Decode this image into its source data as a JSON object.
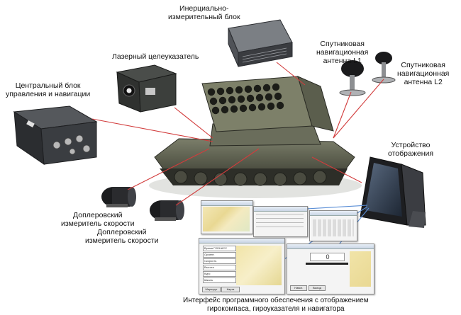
{
  "labels": {
    "imu": [
      "Инерциально-",
      "измерительный блок"
    ],
    "laser": [
      "Лазерный целеуказатель"
    ],
    "antenna_l1": [
      "Спутниковая",
      "навигационная",
      "антенна L1"
    ],
    "antenna_l2": [
      "Спутниковая",
      "навигационная",
      "антенна L2"
    ],
    "central_unit": [
      "Центральный блок",
      "управления и навигации"
    ],
    "display_device": [
      "Устройство",
      "отображения"
    ],
    "doppler_1": [
      "Доплеровский",
      "измеритель скорости"
    ],
    "doppler_2": [
      "Доплеровский",
      "измеритель скорости"
    ],
    "software_interface": [
      "Интерфейс программного обеспечения с отображением",
      "гирокомпаса, гироуказателя и навигатора"
    ]
  },
  "screens": {
    "left_buttons": [
      "Время ГЛОНАСС",
      "Ориент.",
      "Скорость",
      "Высота",
      "Курс",
      "Шкаль"
    ],
    "right_readout": "0",
    "footer_buttons": [
      "Маршрут",
      "Карта",
      "Навиг.",
      "Выход"
    ]
  },
  "colors": {
    "leader_line": "#d23c3c",
    "leader_line_blue": "#5a8ed6",
    "tank_body": "#5c5f4c",
    "device_dark": "#2a2b2e"
  }
}
